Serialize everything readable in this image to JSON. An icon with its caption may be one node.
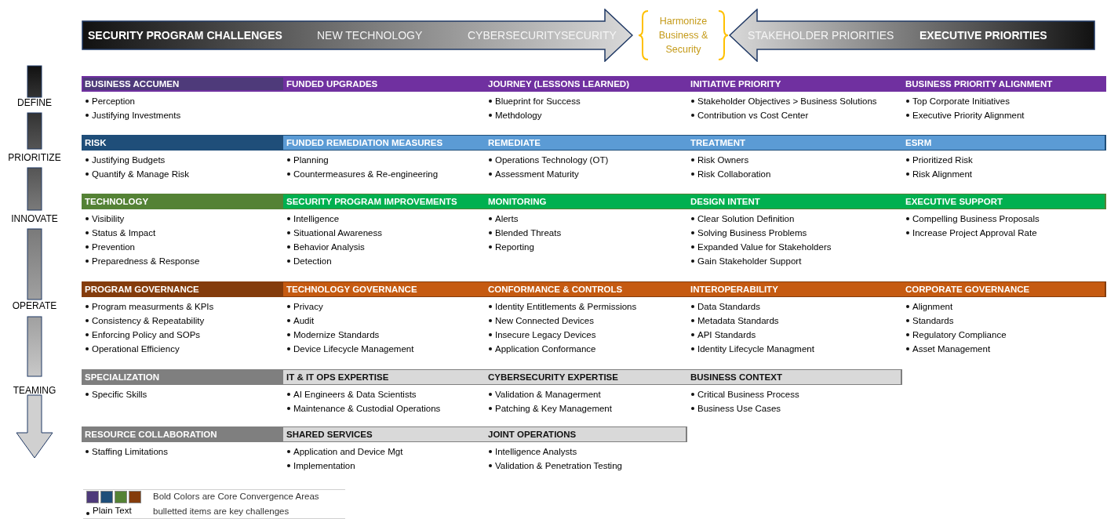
{
  "diagram": {
    "nodes": [
      {
        "text": [
          "SECURITY PROGRAM CHALLENGES",
          "NEW TECHNOLOGY",
          "CYBERSECURITYSECURITY"
        ]
      },
      {
        "text": [
          "Harmonize Business & Security"
        ]
      },
      {
        "text": [
          "STAKEHOLDER PRIORITIES",
          "EXECUTIVE PRIORITIES"
        ]
      },
      {
        "text": [
          "BUSINESS ACCUMEN",
          "Perception",
          "Justifying Investments"
        ]
      },
      {
        "text": [
          "FUNDED UPGRADES"
        ]
      },
      {
        "text": [
          "JOURNEY (LESSONS LEARNED)",
          "Blueprint for Success",
          "Methdology"
        ]
      },
      {
        "text": [
          "INITIATIVE PRIORITY",
          "Stakeholder Objectives > Business Solutions",
          "Contribution vs Cost Center"
        ]
      },
      {
        "text": [
          "BUSINESS PRIORITY ALIGNMENT",
          "Top Corporate Initiatives",
          "Executive Priority Alignment"
        ]
      },
      {
        "text": [
          "RISK",
          "Justifying Budgets",
          "Quantify & Manage Risk"
        ]
      },
      {
        "text": [
          "FUNDED REMEDIATION MEASURES",
          "Planning",
          "Countermeasures & Re-engineering"
        ]
      },
      {
        "text": [
          "REMEDIATE",
          "Operations Technology (OT)",
          "Assessment Maturity"
        ]
      },
      {
        "text": [
          "TREATMENT",
          "Risk Owners",
          "Risk Collaboration"
        ]
      },
      {
        "text": [
          "ESRM",
          "Prioritized Risk",
          "Risk Alignment"
        ]
      },
      {
        "text": [
          "TECHNOLOGY",
          "Visibility",
          "Status & Impact",
          "Prevention",
          "Preparedness & Response"
        ]
      },
      {
        "text": [
          "SECURITY PROGRAM IMPROVEMENTS",
          "Intelligence",
          "Situational Awareness",
          "Behavior Analysis",
          "Detection"
        ]
      },
      {
        "text": [
          "MONITORING",
          "Alerts",
          "Blended Threats",
          "Reporting"
        ]
      },
      {
        "text": [
          "DESIGN INTENT",
          "Clear Solution Definition",
          "Solving Business Problems",
          "Expanded Value for Stakeholders",
          "Gain Stakeholder Support"
        ]
      },
      {
        "text": [
          "EXECUTIVE SUPPORT",
          "Compelling Business Proposals",
          "Increase Project Approval Rate"
        ]
      },
      {
        "text": [
          "PROGRAM GOVERNANCE",
          "Program measurments & KPIs",
          "Consistency & Repeatability",
          "Enforcing Policy and SOPs",
          "Operational Efficiency"
        ]
      },
      {
        "text": [
          "TECHNOLOGY GOVERNANCE",
          "Privacy",
          "Audit",
          "Modernize Standards",
          "Device Lifecycle Management"
        ]
      },
      {
        "text": [
          "CONFORMANCE & CONTROLS",
          "Identity Entitlements & Permissions",
          "New Connected Devices",
          "Insecure Legacy Devices",
          "Application Conformance"
        ]
      },
      {
        "text": [
          "INTEROPERABILITY",
          "Data Standards",
          "Metadata Standards",
          "API Standards",
          "Identity Lifecycle Managment"
        ]
      },
      {
        "text": [
          "CORPORATE GOVERNANCE",
          "Alignment",
          "Standards",
          "Regulatory Compliance",
          "Asset Management"
        ]
      },
      {
        "text": [
          "SPECIALIZATION",
          "Specific Skills"
        ]
      },
      {
        "text": [
          "IT & IT OPS EXPERTISE",
          "AI Engineers & Data Scientists",
          "Maintenance & Custodial Operations"
        ]
      },
      {
        "text": [
          "CYBERSECURITY EXPERTISE",
          "Validation & Managerment",
          "Patching & Key Management"
        ]
      },
      {
        "text": [
          "BUSINESS CONTEXT",
          "Critical Business Process",
          "Business Use Cases"
        ]
      },
      {
        "text": [
          "RESOURCE COLLABORATION",
          "Staffing Limitations"
        ]
      },
      {
        "text": [
          "SHARED SERVICES",
          "Application and Device Mgt",
          "Implementation"
        ]
      },
      {
        "text": [
          "JOINT OPERATIONS",
          "Intelligence Analysts",
          "Validation & Penetration Testing"
        ]
      }
    ],
    "labels": [
      "DEFINE",
      "PRIORITIZE",
      "INNOVATE",
      "OPERATE",
      "TEAMING",
      "Plain Text"
    ],
    "legend": [
      {
        "text": "Bold Colors are Core Convergence Areas"
      },
      {
        "text": "bulletted items are key challenges"
      }
    ]
  }
}
